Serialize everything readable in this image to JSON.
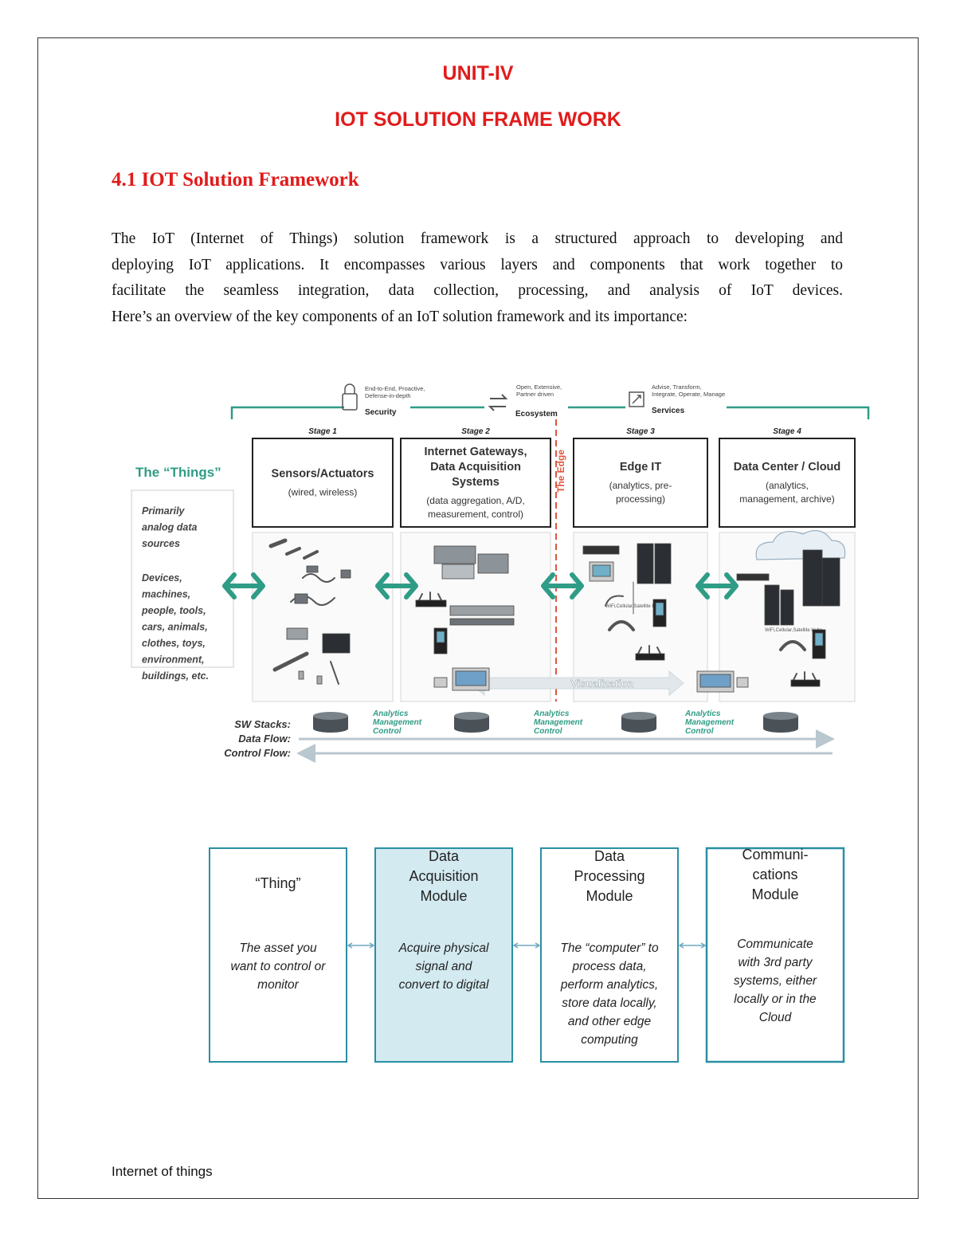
{
  "header": {
    "unit": "UNIT-IV",
    "title": "IOT SOLUTION FRAME WORK"
  },
  "section": {
    "heading": "4.1 IOT Solution Framework",
    "paragraph_lines": [
      "The IoT (Internet of Things) solution framework is a structured approach to developing and",
      "deploying IoT applications. It encompasses various layers and components that work together to",
      "facilitate the seamless integration, data collection, processing, and analysis of IoT devices.",
      "Here’s an overview of the key components of an IoT solution framework and its importance:"
    ]
  },
  "figure1": {
    "security": {
      "note1": "End-to-End, Proactive,",
      "note2": "Defense-in-depth",
      "label": "Security"
    },
    "ecosystem": {
      "note1": "Open, Extensive,",
      "note2": "Partner driven",
      "label": "Ecosystem"
    },
    "services": {
      "note1": "Advise, Transform,",
      "note2": "Integrate, Operate, Manage",
      "label": "Services"
    },
    "things": {
      "title": "The “Things”",
      "lines": [
        "Primarily",
        "analog data",
        "sources",
        "",
        "Devices,",
        "machines,",
        "people, tools,",
        "cars, animals,",
        "clothes, toys,",
        "environment,",
        "buildings, etc."
      ]
    },
    "stages": [
      {
        "stage": "Stage 1",
        "title_lines": [
          "Sensors/Actuators"
        ],
        "sub_lines": [
          "(wired, wireless)"
        ]
      },
      {
        "stage": "Stage 2",
        "title_lines": [
          "Internet Gateways,",
          "Data Acquisition",
          "Systems"
        ],
        "sub_lines": [
          "(data aggregation, A/D,",
          "measurement, control)"
        ]
      },
      {
        "stage": "Stage 3",
        "title_lines": [
          "Edge IT"
        ],
        "sub_lines": [
          "(analytics, pre-",
          "processing)"
        ]
      },
      {
        "stage": "Stage 4",
        "title_lines": [
          "Data Center / Cloud"
        ],
        "sub_lines": [
          "(analytics,",
          "management, archive)"
        ]
      }
    ],
    "edge_label": "The Edge",
    "visualization": "Visualization",
    "wifi1": "WiFi,Cellular,Satellite Hubs",
    "wifi2": "WiFi,Cellular,Satellite Hubs",
    "analytics": [
      "Analytics",
      "Management",
      "Control"
    ],
    "rows": [
      "SW Stacks:",
      "Data Flow:",
      "Control Flow:"
    ]
  },
  "figure2": {
    "modules": [
      {
        "title_lines": [
          "“Thing”"
        ],
        "desc_lines": [
          "The asset you",
          "want to control or",
          "monitor"
        ]
      },
      {
        "title_lines": [
          "Data",
          "Acquisition",
          "Module"
        ],
        "desc_lines": [
          "Acquire physical",
          "signal and",
          "convert to digital"
        ]
      },
      {
        "title_lines": [
          "Data",
          "Processing",
          "Module"
        ],
        "desc_lines": [
          "The “computer” to",
          "process data,",
          "perform analytics,",
          "store data locally,",
          "and other edge",
          "computing"
        ]
      },
      {
        "title_lines": [
          "Communi-",
          "cations",
          "Module"
        ],
        "desc_lines": [
          "Communicate",
          "with 3rd party",
          "systems, either",
          "locally or in the",
          "Cloud"
        ]
      }
    ]
  },
  "colors": {
    "heading_red": "#e11b1b",
    "teal": "#2f9c86",
    "module_border": "#2a8fa3",
    "module_fill": "#d3eaf1"
  },
  "footer": {
    "text": "Internet of things"
  }
}
